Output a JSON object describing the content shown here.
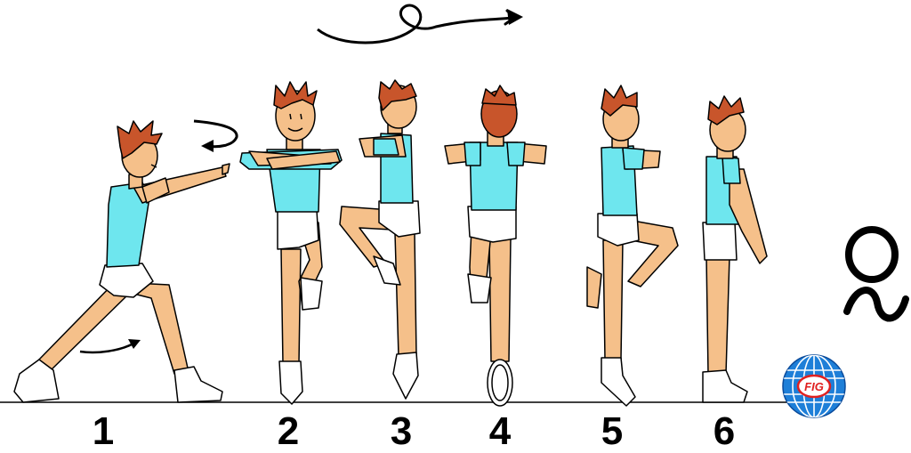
{
  "diagram": {
    "steps": [
      {
        "label": "1",
        "pose": "lunge-prep-arms-forward"
      },
      {
        "label": "2",
        "pose": "passe-front-arms-crossed"
      },
      {
        "label": "3",
        "pose": "passe-side-arms-bent"
      },
      {
        "label": "4",
        "pose": "passe-back"
      },
      {
        "label": "5",
        "pose": "passe-side-opposite"
      },
      {
        "label": "6",
        "pose": "stand-side"
      }
    ],
    "symbols": [
      "turn-direction-arrow",
      "rotation-arrow",
      "floor-arrow",
      "pivot-difficulty-symbol"
    ],
    "logo": {
      "text": "FIG"
    },
    "colors": {
      "shirt": "#6ee6ee",
      "skin": "#f5c08a",
      "hair": "#c8552b",
      "outline": "#000000",
      "logo_blue": "#1e7fd8",
      "logo_red": "#e02020"
    }
  }
}
